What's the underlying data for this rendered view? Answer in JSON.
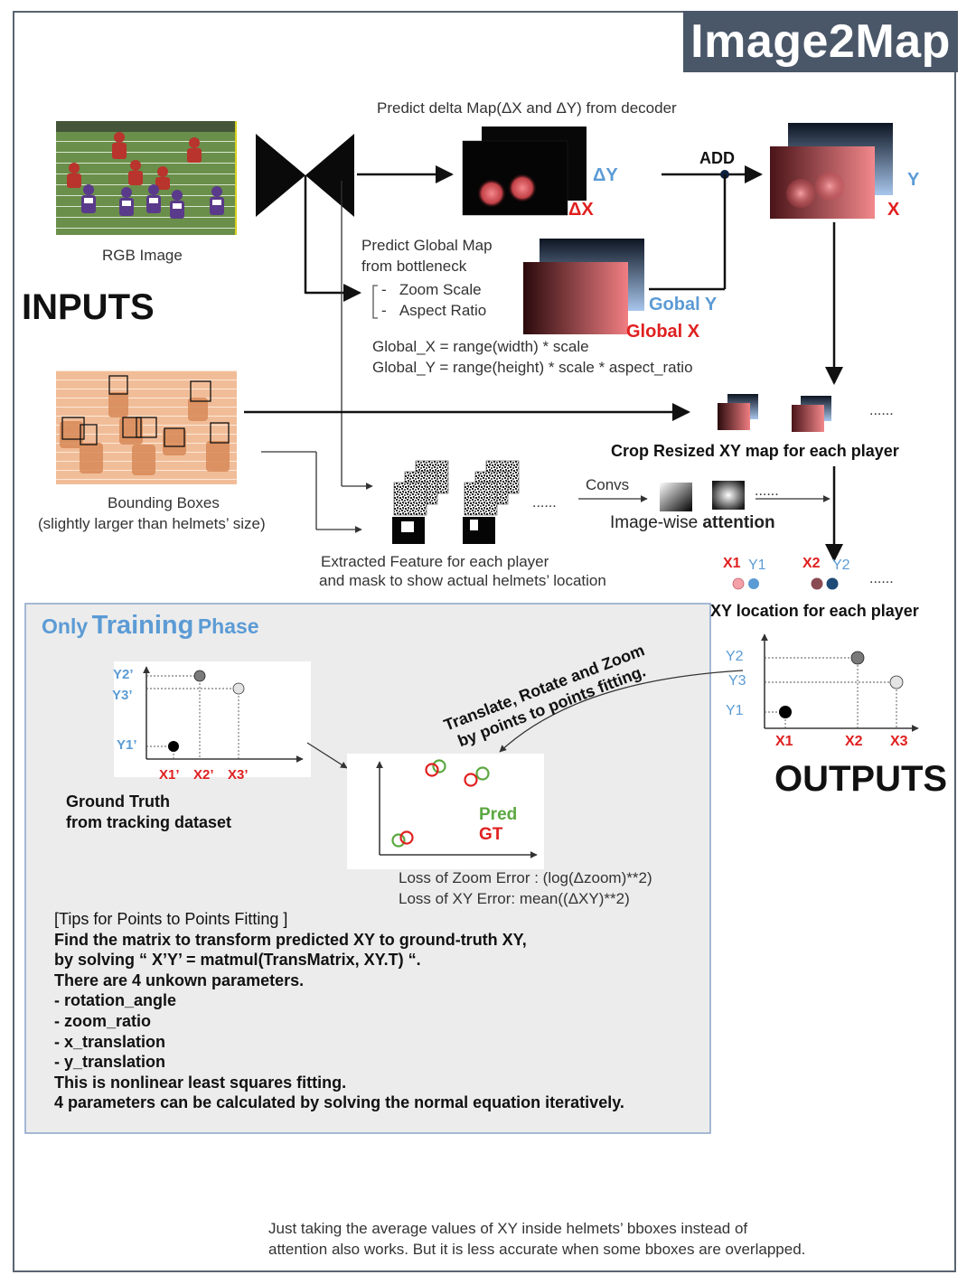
{
  "title": "Image2Map",
  "inputs_label": "INPUTS",
  "outputs_label": "OUTPUTS",
  "rgb_image_label": "RGB Image",
  "predict_delta_label": "Predict delta Map(ΔX and ΔY) from decoder",
  "delta_y": "ΔY",
  "delta_x": "ΔX",
  "add_label": "ADD",
  "final_y": "Y",
  "final_x": "X",
  "predict_global_line1": "Predict Global Map",
  "predict_global_line2": "from bottleneck",
  "zoom_scale": "Zoom Scale",
  "aspect_ratio": "Aspect Ratio",
  "gobal_y": "Gobal Y",
  "global_x": "Global X",
  "formula_x": "Global_X = range(width) * scale",
  "formula_y": "Global_Y = range(height) * scale * aspect_ratio",
  "crop_label": "Crop Resized XY map for each player",
  "ellipsis": "......",
  "bbox_label_line1": "Bounding Boxes",
  "bbox_label_line2": "(slightly larger than helmets’ size)",
  "extracted_line1": "Extracted Feature for each player",
  "extracted_line2": "and mask to show actual helmets’ location",
  "convs_label": "Convs",
  "attention_prefix": "Image-wise ",
  "attention_bold": "attention",
  "xy_pairs": [
    {
      "x": "X1",
      "y": "Y1"
    },
    {
      "x": "X2",
      "y": "Y2"
    }
  ],
  "xy_location_label": "XY location for each player",
  "output_plot": {
    "y_ticks": [
      "Y2",
      "Y3",
      "Y1"
    ],
    "x_ticks": [
      "X1",
      "X2",
      "X3"
    ]
  },
  "training": {
    "title_only": "Only",
    "title_training": "Training",
    "title_phase": "Phase",
    "gt_plot": {
      "y_ticks": [
        "Y2’",
        "Y3’",
        "Y1’"
      ],
      "x_ticks": [
        "X1’",
        "X2’",
        "X3’"
      ]
    },
    "gt_label_line1": "Ground Truth",
    "gt_label_line2": "from tracking dataset",
    "fit_label_line1": "Translate, Rotate and Zoom",
    "fit_label_line2": "by points to points fitting.",
    "pred_label": "Pred",
    "gt_legend": "GT",
    "loss_zoom": "Loss of Zoom Error : (log(Δzoom)**2)",
    "loss_xy": "Loss of XY Error: mean((ΔXY)**2)",
    "tips": [
      "[Tips for Points to Points Fitting ]",
      "Find the matrix to transform predicted XY to ground-truth XY,",
      "by solving  “ X’Y’ = matmul(TransMatrix, XY.T) “.",
      "There are 4 unkown parameters.",
      "-   rotation_angle",
      "-   zoom_ratio",
      "-   x_translation",
      "-   y_translation",
      "This is nonlinear least squares fitting.",
      "4 parameters can be calculated by solving the normal equation iteratively."
    ]
  },
  "footnote_line1": "Just taking the average values of XY inside helmets’ bboxes instead of",
  "footnote_line2": "attention also works. But it is less accurate when some bboxes are overlapped.",
  "colors": {
    "title_bg": "#4a5769",
    "blue_label": "#5b9bd5",
    "red_label": "#e02020",
    "green_label": "#5aa840",
    "training_bg": "#ececec"
  }
}
